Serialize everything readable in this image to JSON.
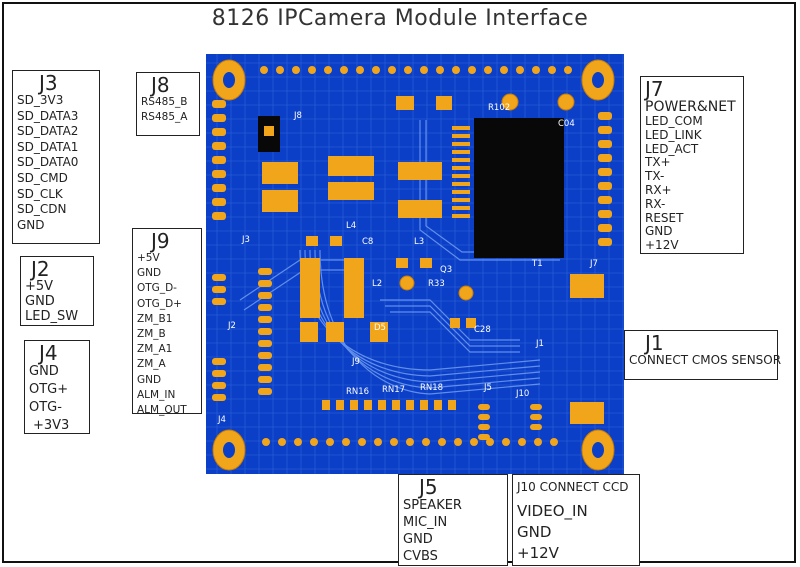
{
  "title": "8126 IPCamera Module Interface",
  "colors": {
    "board": "#0b3fc7",
    "trace": "#5f8de8",
    "pad": "#f1a51b",
    "chip": "#080808"
  },
  "connectors": {
    "j3": {
      "name": "J3",
      "pins": [
        "SD_3V3",
        "SD_DATA3",
        "SD_DATA2",
        "SD_DATA1",
        "SD_DATA0",
        "SD_CMD",
        "SD_CLK",
        "SD_CDN",
        "GND"
      ]
    },
    "j8": {
      "name": "J8",
      "pins": [
        "RS485_B",
        "RS485_A"
      ]
    },
    "j7": {
      "name": "J7",
      "pins": [
        "POWER&NET",
        "LED_COM",
        "LED_LINK",
        "LED_ACT",
        "TX+",
        "TX-",
        "RX+",
        "RX-",
        "RESET",
        "GND",
        "+12V"
      ]
    },
    "j2": {
      "name": "J2",
      "pins": [
        "+5V",
        "GND",
        "LED_SW"
      ]
    },
    "j9": {
      "name": "J9",
      "pins": [
        "+5V",
        "GND",
        "OTG_D-",
        "OTG_D+",
        "ZM_B1",
        "ZM_B",
        "ZM_A1",
        "ZM_A",
        "GND",
        "ALM_IN",
        "ALM_OUT"
      ]
    },
    "j4": {
      "name": "J4",
      "pins": [
        "GND",
        "OTG+",
        "OTG-",
        "+3V3"
      ]
    },
    "j1": {
      "name": "J1",
      "pins": [
        "CONNECT CMOS SENSOR"
      ]
    },
    "j5": {
      "name": "J5",
      "pins": [
        "SPEAKER",
        "MIC_IN",
        "GND",
        "CVBS"
      ]
    },
    "j10": {
      "name": "J10 CONNECT CCD",
      "pins": [
        "VIDEO_IN",
        "GND",
        "+12V"
      ]
    }
  },
  "silkscreen": [
    "J8",
    "J3",
    "J2",
    "J4",
    "J9",
    "J7",
    "J1",
    "J5",
    "J10",
    "L2",
    "L3",
    "L4",
    "D5",
    "Q3",
    "R33",
    "C8",
    "C28",
    "C04",
    "RN16",
    "RN17",
    "RN18",
    "R102",
    "T1"
  ]
}
